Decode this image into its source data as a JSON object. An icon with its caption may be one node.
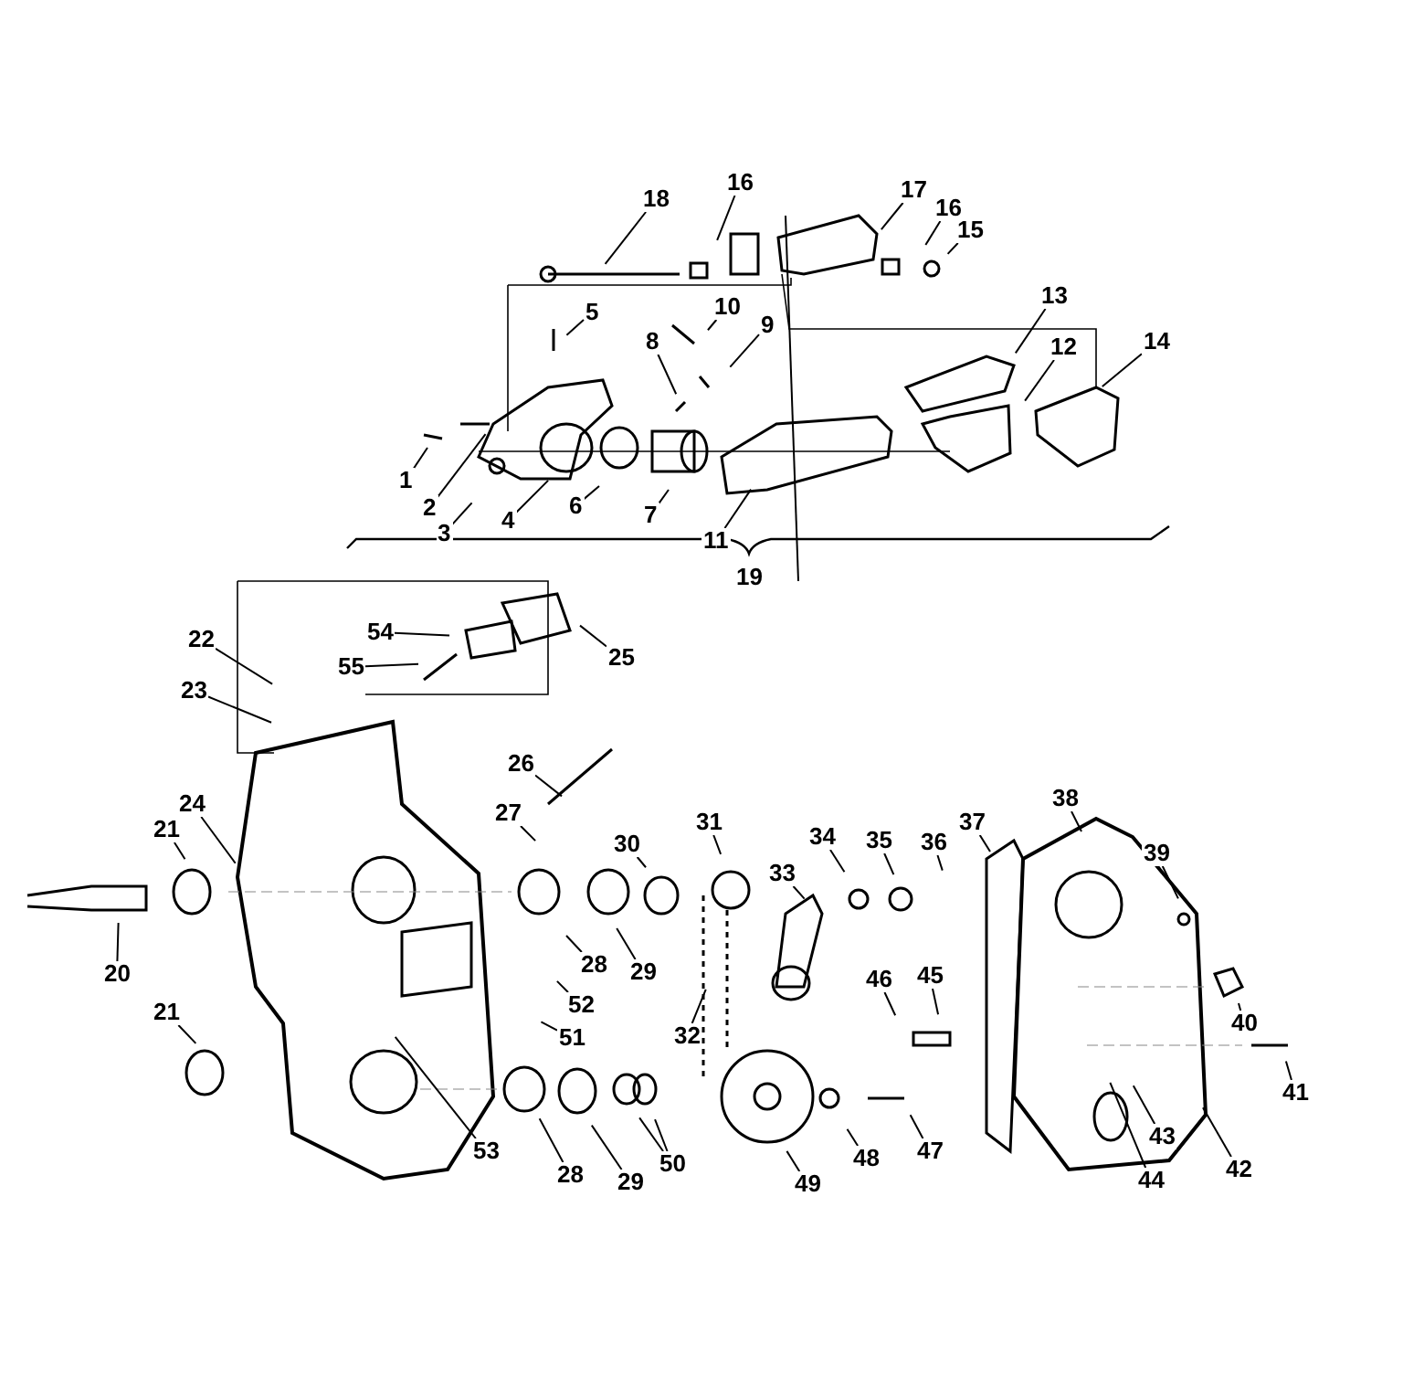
{
  "diagram": {
    "nodes": [
      {
        "text": [
          "1"
        ]
      },
      {
        "text": [
          "2"
        ]
      },
      {
        "text": [
          "3"
        ]
      },
      {
        "text": [
          "4"
        ]
      },
      {
        "text": [
          "5"
        ]
      },
      {
        "text": [
          "6"
        ]
      },
      {
        "text": [
          "7"
        ]
      },
      {
        "text": [
          "8"
        ]
      },
      {
        "text": [
          "9"
        ]
      },
      {
        "text": [
          "10"
        ]
      },
      {
        "text": [
          "11"
        ]
      },
      {
        "text": [
          "12"
        ]
      },
      {
        "text": [
          "13"
        ]
      },
      {
        "text": [
          "14"
        ]
      },
      {
        "text": [
          "15"
        ]
      },
      {
        "text": [
          "16"
        ]
      },
      {
        "text": [
          "16"
        ]
      },
      {
        "text": [
          "17"
        ]
      },
      {
        "text": [
          "18"
        ]
      },
      {
        "text": [
          "20"
        ]
      },
      {
        "text": [
          "21"
        ]
      },
      {
        "text": [
          "21"
        ]
      },
      {
        "text": [
          "22"
        ]
      },
      {
        "text": [
          "23"
        ]
      },
      {
        "text": [
          "24"
        ]
      },
      {
        "text": [
          "25"
        ]
      },
      {
        "text": [
          "26"
        ]
      },
      {
        "text": [
          "27"
        ]
      },
      {
        "text": [
          "28"
        ]
      },
      {
        "text": [
          "28"
        ]
      },
      {
        "text": [
          "29"
        ]
      },
      {
        "text": [
          "29"
        ]
      },
      {
        "text": [
          "30"
        ]
      },
      {
        "text": [
          "31"
        ]
      },
      {
        "text": [
          "32"
        ]
      },
      {
        "text": [
          "33"
        ]
      },
      {
        "text": [
          "34"
        ]
      },
      {
        "text": [
          "35"
        ]
      },
      {
        "text": [
          "36"
        ]
      },
      {
        "text": [
          "37"
        ]
      },
      {
        "text": [
          "38"
        ]
      },
      {
        "text": [
          "39"
        ]
      },
      {
        "text": [
          "40"
        ]
      },
      {
        "text": [
          "41"
        ]
      },
      {
        "text": [
          "42"
        ]
      },
      {
        "text": [
          "43"
        ]
      },
      {
        "text": [
          "44"
        ]
      },
      {
        "text": [
          "45"
        ]
      },
      {
        "text": [
          "46"
        ]
      },
      {
        "text": [
          "47"
        ]
      },
      {
        "text": [
          "48"
        ]
      },
      {
        "text": [
          "49"
        ]
      },
      {
        "text": [
          "50"
        ]
      },
      {
        "text": [
          "51"
        ]
      },
      {
        "text": [
          "52"
        ]
      },
      {
        "text": [
          "53"
        ]
      },
      {
        "text": [
          "54"
        ]
      },
      {
        "text": [
          "55"
        ]
      },
      {
        "text": [
          "19"
        ]
      }
    ],
    "edges": [
      {
        "from": 0,
        "to": null,
        "arrow": "none"
      },
      {
        "from": 1,
        "to": null,
        "arrow": "none"
      },
      {
        "from": 2,
        "to": null,
        "arrow": "none"
      },
      {
        "from": 3,
        "to": null,
        "arrow": "none"
      },
      {
        "from": 4,
        "to": null,
        "arrow": "none"
      },
      {
        "from": 5,
        "to": null,
        "arrow": "none"
      },
      {
        "from": 6,
        "to": null,
        "arrow": "none"
      },
      {
        "from": 7,
        "to": null,
        "arrow": "none"
      },
      {
        "from": 8,
        "to": null,
        "arrow": "none"
      },
      {
        "from": 9,
        "to": null,
        "arrow": "none"
      },
      {
        "from": 10,
        "to": null,
        "arrow": "none"
      },
      {
        "from": 11,
        "to": null,
        "arrow": "none"
      },
      {
        "from": 12,
        "to": null,
        "arrow": "none"
      },
      {
        "from": 13,
        "to": null,
        "arrow": "none"
      },
      {
        "from": 14,
        "to": null,
        "arrow": "none"
      },
      {
        "from": 15,
        "to": null,
        "arrow": "none"
      },
      {
        "from": 16,
        "to": null,
        "arrow": "none"
      },
      {
        "from": 17,
        "to": null,
        "arrow": "none"
      },
      {
        "from": 18,
        "to": null,
        "arrow": "none"
      },
      {
        "from": 19,
        "to": null,
        "arrow": "none"
      },
      {
        "from": 20,
        "to": null,
        "arrow": "none"
      },
      {
        "from": 21,
        "to": null,
        "arrow": "none"
      },
      {
        "from": 22,
        "to": null,
        "arrow": "none"
      },
      {
        "from": 23,
        "to": null,
        "arrow": "none"
      },
      {
        "from": 24,
        "to": null,
        "arrow": "none"
      },
      {
        "from": 25,
        "to": null,
        "arrow": "none"
      },
      {
        "from": 26,
        "to": null,
        "arrow": "none"
      },
      {
        "from": 27,
        "to": null,
        "arrow": "none"
      },
      {
        "from": 28,
        "to": null,
        "arrow": "none"
      },
      {
        "from": 29,
        "to": null,
        "arrow": "none"
      },
      {
        "from": 30,
        "to": null,
        "arrow": "none"
      },
      {
        "from": 31,
        "to": null,
        "arrow": "none"
      },
      {
        "from": 32,
        "to": null,
        "arrow": "none"
      },
      {
        "from": 33,
        "to": null,
        "arrow": "none"
      },
      {
        "from": 34,
        "to": null,
        "arrow": "none"
      },
      {
        "from": 35,
        "to": null,
        "arrow": "none"
      },
      {
        "from": 36,
        "to": null,
        "arrow": "none"
      },
      {
        "from": 37,
        "to": null,
        "arrow": "none"
      },
      {
        "from": 38,
        "to": null,
        "arrow": "none"
      },
      {
        "from": 39,
        "to": null,
        "arrow": "none"
      },
      {
        "from": 40,
        "to": null,
        "arrow": "none"
      },
      {
        "from": 41,
        "to": null,
        "arrow": "none"
      },
      {
        "from": 42,
        "to": null,
        "arrow": "none"
      },
      {
        "from": 43,
        "to": null,
        "arrow": "none"
      },
      {
        "from": 44,
        "to": null,
        "arrow": "none"
      },
      {
        "from": 45,
        "to": null,
        "arrow": "none"
      },
      {
        "from": 46,
        "to": null,
        "arrow": "none"
      },
      {
        "from": 47,
        "to": null,
        "arrow": "none"
      },
      {
        "from": 48,
        "to": null,
        "arrow": "none"
      },
      {
        "from": 49,
        "to": null,
        "arrow": "none"
      },
      {
        "from": 50,
        "to": null,
        "arrow": "none"
      },
      {
        "from": 51,
        "to": null,
        "arrow": "none"
      },
      {
        "from": 52,
        "to": null,
        "arrow": "none"
      },
      {
        "from": 52,
        "to": null,
        "arrow": "none"
      },
      {
        "from": 53,
        "to": null,
        "arrow": "none"
      },
      {
        "from": 54,
        "to": null,
        "arrow": "none"
      },
      {
        "from": 55,
        "to": null,
        "arrow": "none"
      },
      {
        "from": 56,
        "to": null,
        "arrow": "none"
      },
      {
        "from": 57,
        "to": null,
        "arrow": "none"
      }
    ]
  }
}
